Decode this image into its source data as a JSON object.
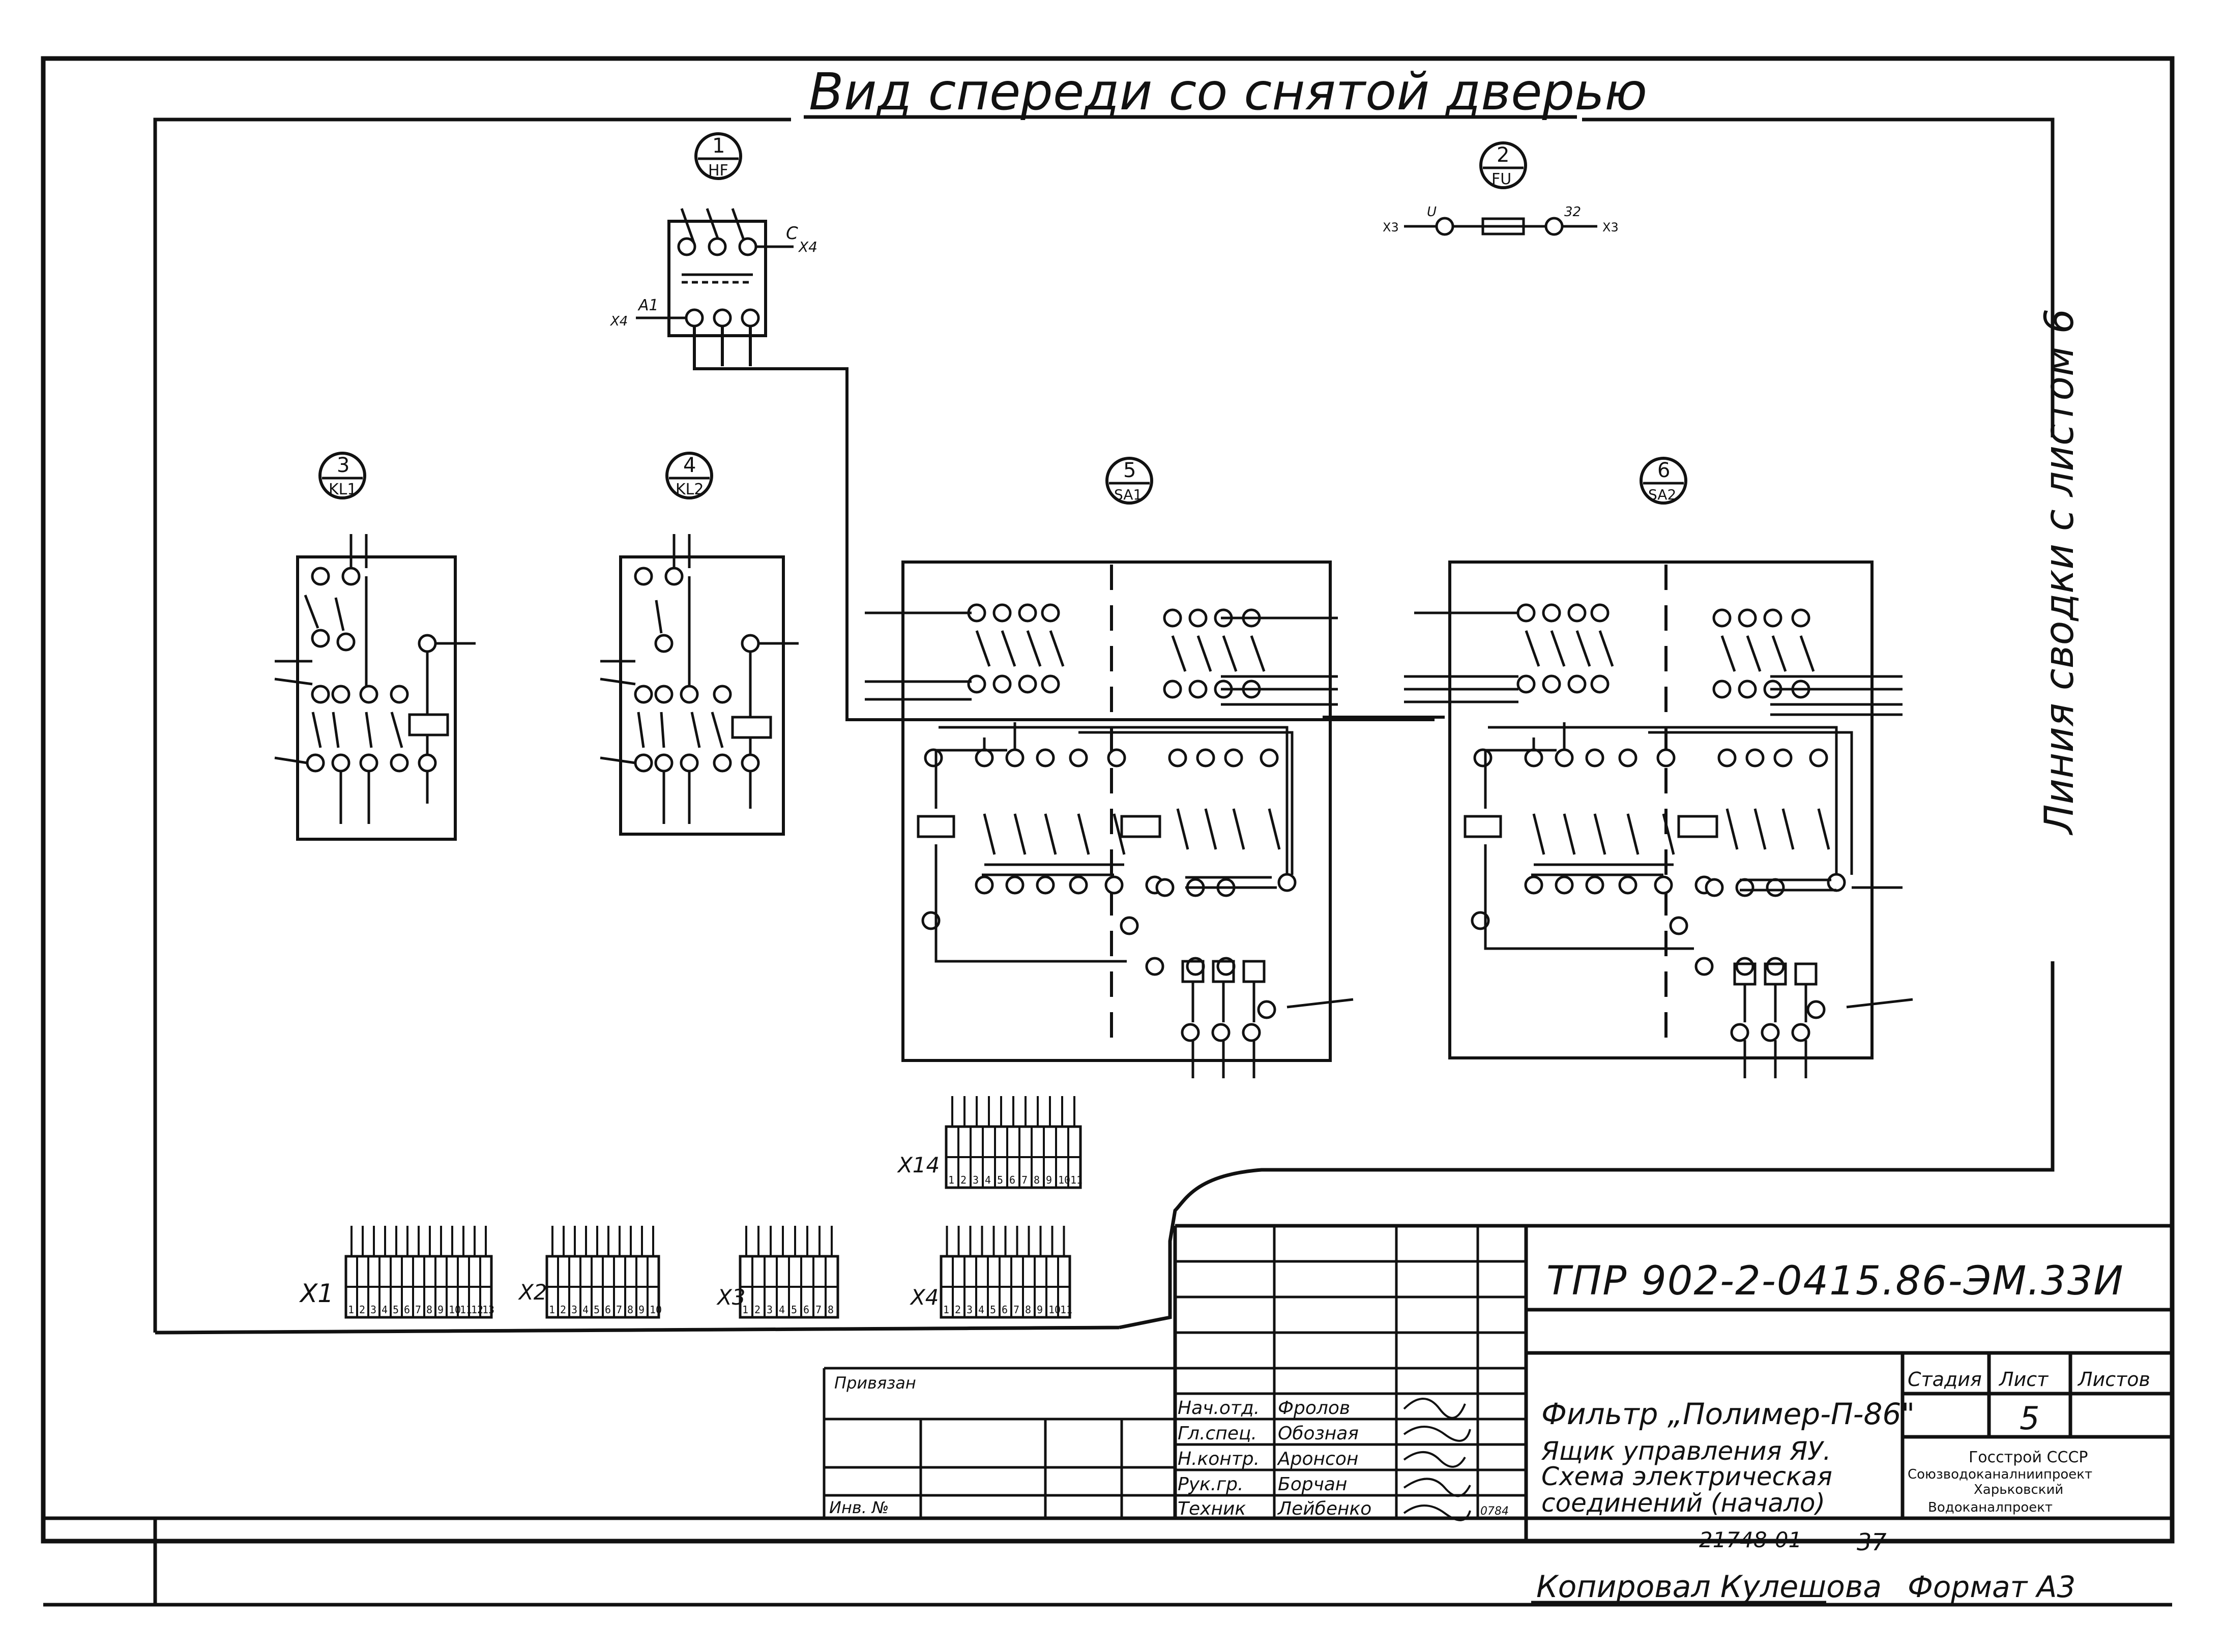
{
  "header": {
    "title": "Вид спереди со снятой дверью",
    "side_note": "Линия сводки с листом 6"
  },
  "devices": {
    "d1": {
      "num": "1",
      "code": "HF"
    },
    "d2": {
      "num": "2",
      "code": "FU"
    },
    "d3": {
      "num": "3",
      "code": "KL1"
    },
    "d4": {
      "num": "4",
      "code": "KL2"
    },
    "d5": {
      "num": "5",
      "code": "SA1"
    },
    "d6": {
      "num": "6",
      "code": "SA2"
    }
  },
  "fuse": {
    "left_terminal": "X3",
    "left_wire": "U",
    "right_wire": "32",
    "right_terminal": "X3"
  },
  "breaker": {
    "out_label": "C",
    "out_terminal": "X4",
    "in_label": "A1",
    "in_terminal": "X4"
  },
  "terminal_blocks": {
    "x1": {
      "label": "X1",
      "cells": [
        "1",
        "2",
        "3",
        "4",
        "5",
        "6",
        "7",
        "8",
        "9",
        "10",
        "11",
        "12",
        "13"
      ]
    },
    "x2": {
      "label": "X2",
      "cells": [
        "1",
        "2",
        "3",
        "4",
        "5",
        "6",
        "7",
        "8",
        "9",
        "10"
      ]
    },
    "x3": {
      "label": "X3",
      "cells": [
        "1",
        "2",
        "3",
        "4",
        "5",
        "6",
        "7",
        "8"
      ]
    },
    "x4": {
      "label": "X4",
      "cells": [
        "1",
        "2",
        "3",
        "4",
        "5",
        "6",
        "7",
        "8",
        "9",
        "10",
        "11"
      ]
    },
    "x14": {
      "label": "X14",
      "cells": [
        "1",
        "2",
        "3",
        "4",
        "5",
        "6",
        "7",
        "8",
        "9",
        "10",
        "11"
      ]
    }
  },
  "title_block": {
    "doc_code": "ТПР 902-2-0415.86-ЭМ.33И",
    "attached_label": "Привязан",
    "inv_label": "Инв. №",
    "project_title": "Фильтр „Полимер-П-86\"",
    "description": [
      "Ящик управления ЯУ.",
      "Схема электрическая",
      "соединений (начало)"
    ],
    "stage_label": "Стадия",
    "sheet_label": "Лист",
    "sheets_label": "Листов",
    "sheet_number": "5",
    "organization": [
      "Госстрой СССР",
      "Союзводоканалниипроект",
      "Харьковский",
      "Водоканалпроект"
    ],
    "date": "0784",
    "staff": [
      {
        "role": "Нач.отд.",
        "name": "Фролов"
      },
      {
        "role": "Гл.спец.",
        "name": "Обозная"
      },
      {
        "role": "Н.контр.",
        "name": "Аронсон"
      },
      {
        "role": "Рук.гр.",
        "name": "Борчан"
      },
      {
        "role": "Техник",
        "name": "Лейбенко"
      }
    ]
  },
  "footer": {
    "archive_number": "21748-01",
    "page_number": "37",
    "copied_by": "Копировал Кулешова",
    "format": "Формат А3"
  }
}
